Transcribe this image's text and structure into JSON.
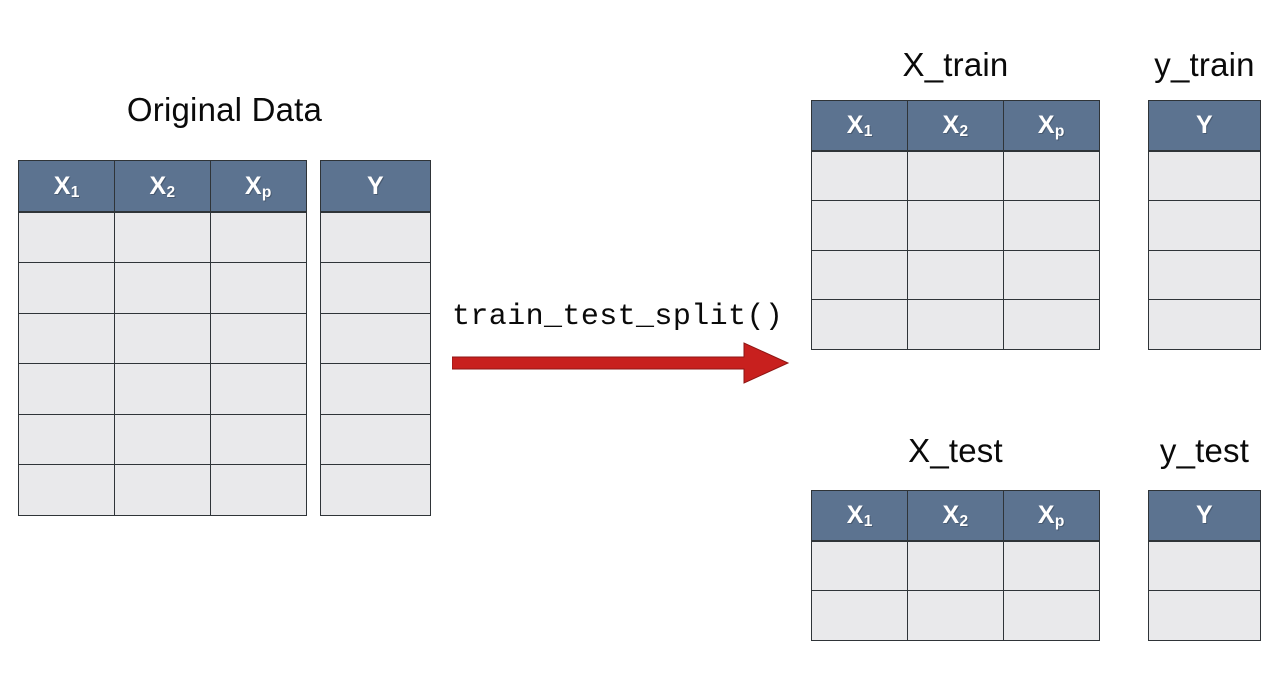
{
  "diagram": {
    "title_original": "Original Data",
    "operation_label": "train_test_split()",
    "arrow_color": "#c8201e",
    "header_color": "#5c7390",
    "cell_color": "#e9e9eb",
    "border_color": "#2f3438"
  },
  "columns": {
    "x1": "X",
    "x1_sub": "1",
    "x2": "X",
    "x2_sub": "2",
    "xp": "X",
    "xp_sub": "p",
    "y": "Y"
  },
  "tables": {
    "original": {
      "title": "Original Data",
      "x_headers": [
        "X1",
        "X2",
        "Xp"
      ],
      "y_header": "Y",
      "rows": 6
    },
    "x_train": {
      "title": "X_train",
      "headers": [
        "X1",
        "X2",
        "Xp"
      ],
      "rows": 4
    },
    "y_train": {
      "title": "y_train",
      "headers": [
        "Y"
      ],
      "rows": 4
    },
    "x_test": {
      "title": "X_test",
      "headers": [
        "X1",
        "X2",
        "Xp"
      ],
      "rows": 2
    },
    "y_test": {
      "title": "y_test",
      "headers": [
        "Y"
      ],
      "rows": 2
    }
  }
}
